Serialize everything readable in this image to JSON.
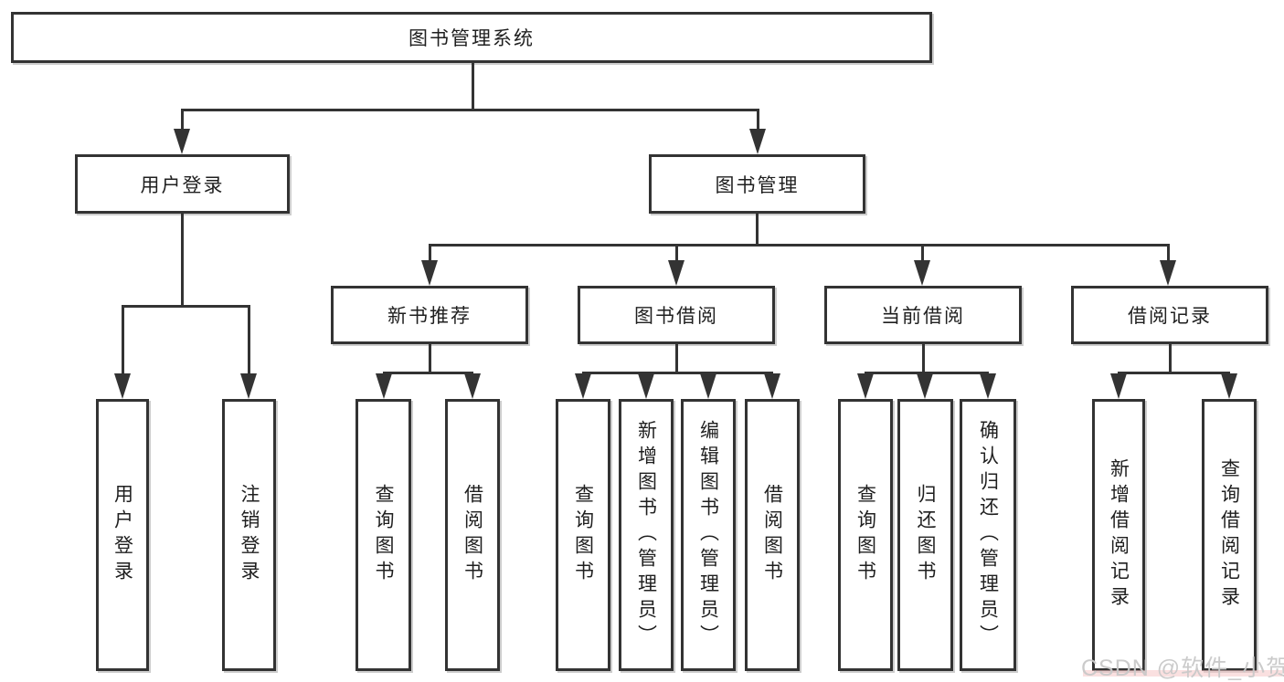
{
  "root": {
    "label": "图书管理系统"
  },
  "user": {
    "label": "用户登录",
    "children": [
      {
        "label": "用户登录"
      },
      {
        "label": "注销登录"
      }
    ]
  },
  "book": {
    "label": "图书管理",
    "children": [
      {
        "label": "新书推荐",
        "children": [
          {
            "label": "查询图书"
          },
          {
            "label": "借阅图书"
          }
        ]
      },
      {
        "label": "图书借阅",
        "children": [
          {
            "label": "查询图书"
          },
          {
            "label": "新增图书（管理员）"
          },
          {
            "label": "编辑图书（管理员）"
          },
          {
            "label": "借阅图书"
          }
        ]
      },
      {
        "label": "当前借阅",
        "children": [
          {
            "label": "查询图书"
          },
          {
            "label": "归还图书"
          },
          {
            "label": "确认归还（管理员）"
          }
        ]
      },
      {
        "label": "借阅记录",
        "children": [
          {
            "label": "新增借阅记录"
          },
          {
            "label": "查询借阅记录"
          }
        ]
      }
    ]
  },
  "watermark": {
    "text": "CSDN @软件_小贺同学"
  },
  "colors": {
    "line": "#333333",
    "text": "#1f1f1f",
    "background": "#ffffff",
    "box_background": "#ffffff",
    "watermark_text": "#c9c9c9",
    "watermark_accent": "#f6c6c6"
  }
}
